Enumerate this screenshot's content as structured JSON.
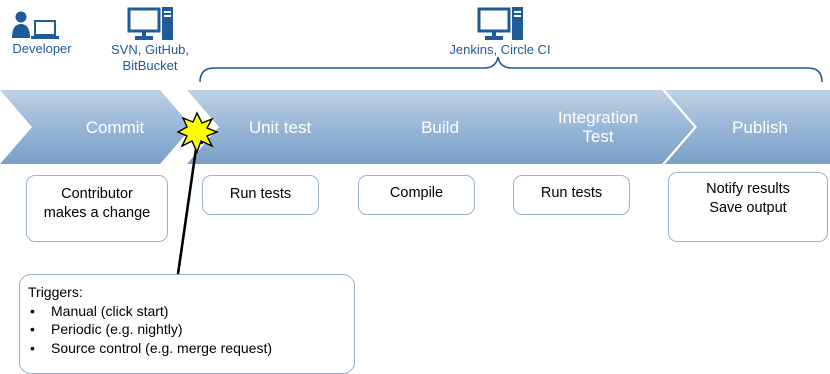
{
  "colors": {
    "accent_blue": "#1f5a99",
    "chevron_top": "#b9cde2",
    "chevron_bottom": "#7fa3c8",
    "box_border": "#9db3c8",
    "star_fill": "#ffff00"
  },
  "actors": {
    "developer": {
      "icon": "person-laptop-icon",
      "label": "Developer"
    },
    "scm": {
      "icon": "computer-icon",
      "label_lines": [
        "SVN, GitHub,",
        "BitBucket"
      ]
    },
    "ci": {
      "icon": "computer-icon",
      "label": "Jenkins, Circle CI"
    }
  },
  "stages": [
    {
      "label_lines": [
        "Commit"
      ],
      "description_lines": [
        "Contributor",
        "makes a change"
      ]
    },
    {
      "label_lines": [
        "Unit test"
      ],
      "description_lines": [
        "Run tests"
      ]
    },
    {
      "label_lines": [
        "Build"
      ],
      "description_lines": [
        "Compile"
      ]
    },
    {
      "label_lines": [
        "Integration",
        "Test"
      ],
      "description_lines": [
        "Run tests"
      ]
    },
    {
      "label_lines": [
        "Publish"
      ],
      "description_lines": [
        "Notify results",
        "Save output"
      ]
    }
  ],
  "triggers": {
    "title": "Triggers:",
    "items": [
      "Manual (click start)",
      "Periodic (e.g. nightly)",
      "Source control (e.g. merge request)"
    ]
  }
}
